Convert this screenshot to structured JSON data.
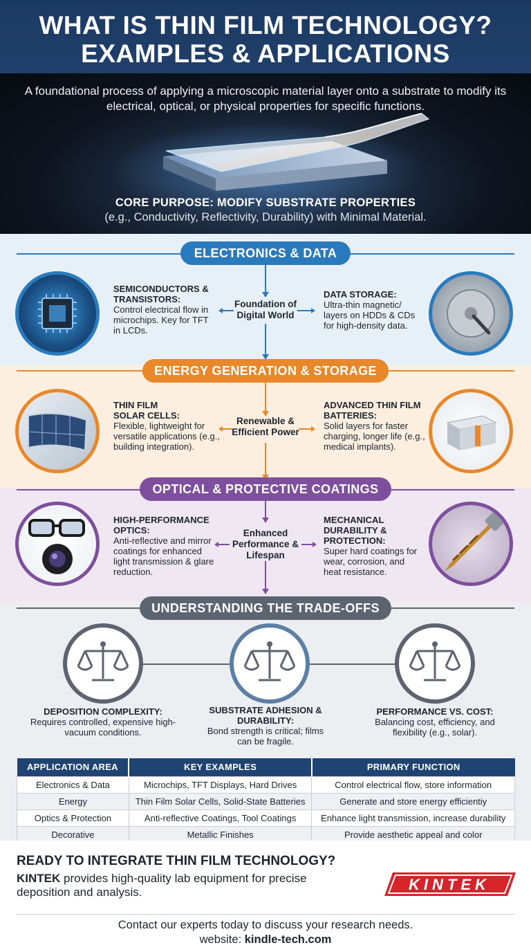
{
  "header": {
    "title_line1": "WHAT IS THIN FILM TECHNOLOGY?",
    "title_line2": "EXAMPLES & APPLICATIONS"
  },
  "hero": {
    "subtitle": "A foundational process of applying a microscopic material layer onto a substrate to modify its electrical, optical, or physical properties for specific functions.",
    "core_title": "CORE PURPOSE: MODIFY SUBSTRATE PROPERTIES",
    "core_text": "(e.g., Conductivity, Reflectivity, Durability) with Minimal Material."
  },
  "sections": {
    "electronics": {
      "label": "ELECTRONICS & DATA",
      "center": "Foundation of Digital World",
      "left_title": "SEMICONDUCTORS & TRANSISTORS:",
      "left_text": "Control electrical flow in microchips. Key for TFT in LCDs.",
      "right_title": "DATA STORAGE:",
      "right_text": "Ultra-thin magnetic/ layers on HDDs & CDs for high-density data.",
      "color": "#2a7bbd"
    },
    "energy": {
      "label": "ENERGY GENERATION & STORAGE",
      "center": "Renewable & Efficient Power",
      "left_title": "THIN FILM SOLAR CELLS:",
      "left_text": "Flexible, lightweight for versatile applications (e.g., building integration).",
      "right_title": "ADVANCED THIN FILM BATTERIES:",
      "right_text": "Solid layers for faster charging, longer life (e.g., medical implants).",
      "color": "#e8882b"
    },
    "optics": {
      "label": "OPTICAL & PROTECTIVE COATINGS",
      "center": "Enhanced Performance & Lifespan",
      "left_title": "HIGH-PERFORMANCE OPTICS:",
      "left_text": "Anti-reflective and mirror coatings for enhanced light transmission & glare reduction.",
      "right_title": "MECHANICAL DURABILITY & PROTECTION:",
      "right_text": "Super hard coatings for wear, corrosion, and heat resistance.",
      "color": "#7d4f9c"
    }
  },
  "tradeoffs": {
    "label": "UNDERSTANDING THE TRADE-OFFS",
    "items": [
      {
        "title": "DEPOSITION COMPLEXITY:",
        "text": "Requires controlled, expensive high-vacuum conditions."
      },
      {
        "title": "SUBSTRATE ADHESION & DURABILITY:",
        "text": "Bond strength is critical; films can be fragile."
      },
      {
        "title": "PERFORMANCE VS. COST:",
        "text": "Balancing cost, efficiency, and flexibility (e.g., solar)."
      }
    ]
  },
  "table": {
    "headers": [
      "APPLICATION AREA",
      "KEY EXAMPLES",
      "PRIMARY FUNCTION"
    ],
    "rows": [
      [
        "Electronics & Data",
        "Microchips, TFT Displays, Hard Drives",
        "Control electrical flow, store information"
      ],
      [
        "Energy",
        "Thin Film Solar Cells, Solid-State Batteries",
        "Generate and store energy efficientiy"
      ],
      [
        "Optics & Protection",
        "Anti-reflective Coatings, Tool Coatings",
        "Enhance light transmission, increase durability"
      ],
      [
        "Decorative",
        "Metallic Finishes",
        "Provide aesthetic appeal and color"
      ]
    ]
  },
  "footer": {
    "cta_title": "READY TO INTEGRATE THIN FILM TECHNOLOGY?",
    "brand": "KINTEK",
    "cta_text": " provides high-quality lab equipment for precise deposition and analysis.",
    "logo_text": "KINTEK",
    "contact_line": "Contact our experts today to discuss your research needs.",
    "website_label": "website: ",
    "website": "kindle-tech.com"
  }
}
